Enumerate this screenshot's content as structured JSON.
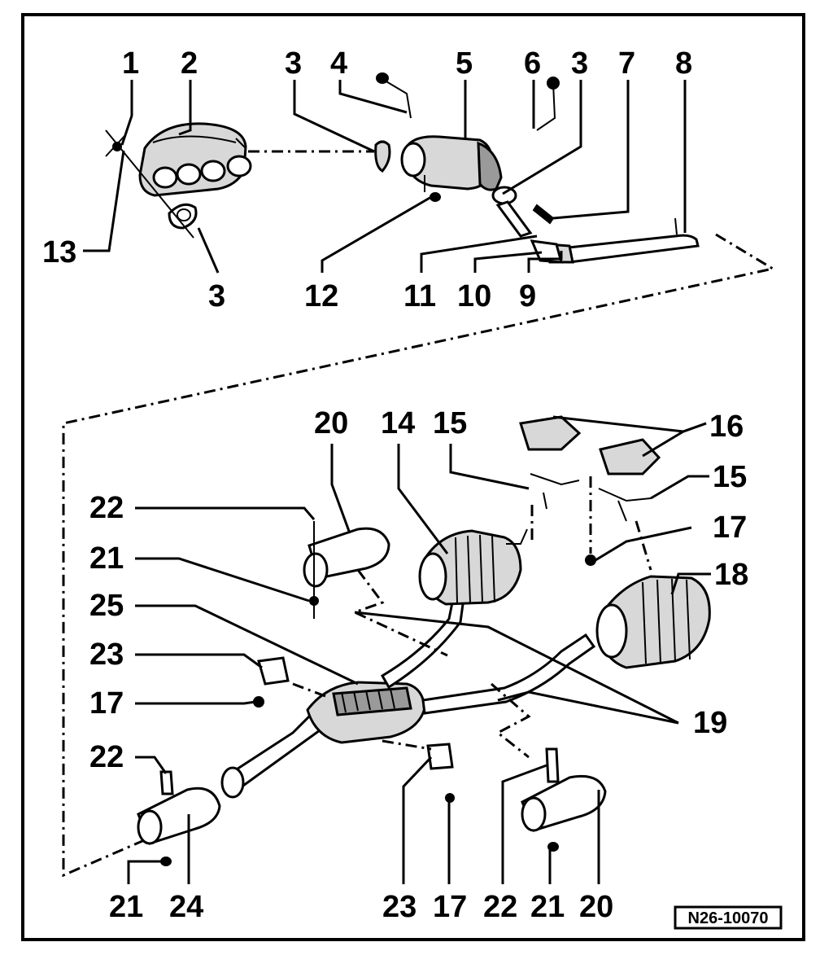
{
  "diagram": {
    "reference_code": "N26-10070",
    "callouts": [
      "1",
      "2",
      "3",
      "4",
      "5",
      "6",
      "3",
      "7",
      "8",
      "13",
      "3",
      "12",
      "11",
      "10",
      "9",
      "20",
      "14",
      "15",
      "16",
      "15",
      "17",
      "18",
      "22",
      "21",
      "25",
      "23",
      "17",
      "19",
      "22",
      "23",
      "17",
      "22",
      "21",
      "20",
      "21",
      "24"
    ]
  }
}
